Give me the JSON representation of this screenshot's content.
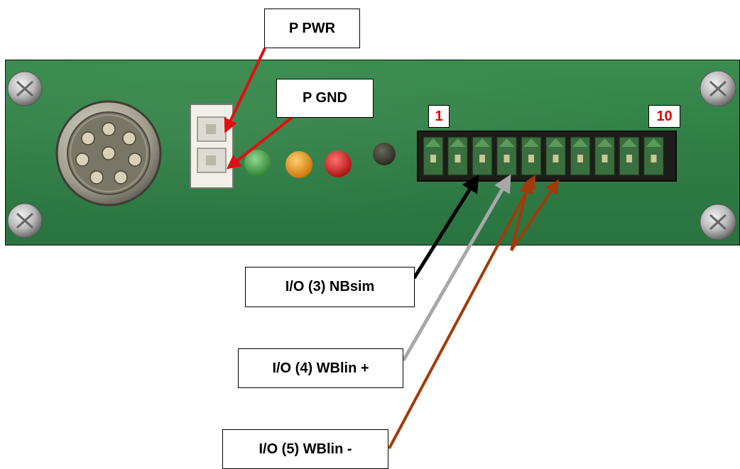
{
  "labels": {
    "p_pwr": "P PWR",
    "p_gnd": "P GND",
    "pin_first": "1",
    "pin_last": "10",
    "io3": "I/O (3) NBsim",
    "io4": "I/O (4) WBlin +",
    "io5": "I/O (5) WBlin -"
  },
  "colors": {
    "pcb": "#2f7d44",
    "arrow_power": "#e01010",
    "wire_io3": "#000000",
    "wire_io4": "#a8a8a8",
    "wire_io5": "#a33a0a",
    "pin_number_text": "#e00000",
    "led_green": "#3c9a3c",
    "led_amber": "#e08a10",
    "led_red": "#c81818",
    "led_dark": "#3a3a30"
  },
  "components": {
    "circular_connector": "circular-multipin-connector",
    "power_connector": "2-pin-power-connector",
    "terminal_block_pins": 10,
    "leds": [
      "green",
      "amber",
      "red",
      "dark"
    ],
    "screws": 4
  }
}
